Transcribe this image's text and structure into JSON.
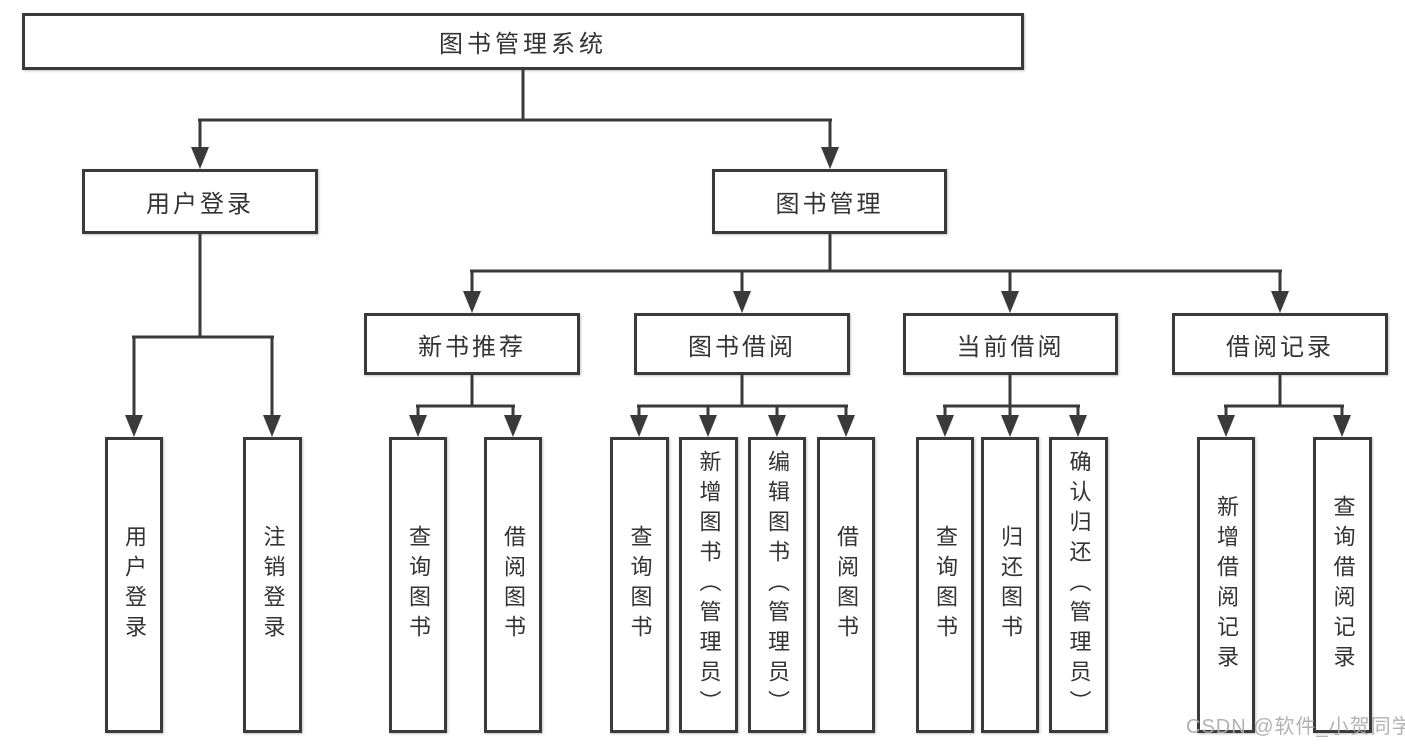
{
  "title": "图书管理系统",
  "nodes": {
    "root": "图书管理系统",
    "user_login": "用户登录",
    "book_mgmt": "图书管理",
    "new_book_rec": "新书推荐",
    "book_borrow": "图书借阅",
    "current_borrow": "当前借阅",
    "borrow_record": "借阅记录",
    "login": "用户登录",
    "logout": "注销登录",
    "rec_query_book": "查询图书",
    "rec_borrow_book": "借阅图书",
    "bb_query_book": "查询图书",
    "bb_add_book": "新增图书（管理员）",
    "bb_edit_book": "编辑图书（管理员）",
    "bb_borrow_book": "借阅图书",
    "cb_query_book": "查询图书",
    "cb_return_book": "归还图书",
    "cb_confirm_return": "确认归还（管理员）",
    "br_add_record": "新增借阅记录",
    "br_query_record": "查询借阅记录"
  },
  "hierarchy": {
    "图书管理系统": [
      "用户登录",
      "图书管理"
    ],
    "用户登录": [
      "用户登录",
      "注销登录"
    ],
    "图书管理": [
      "新书推荐",
      "图书借阅",
      "当前借阅",
      "借阅记录"
    ],
    "新书推荐": [
      "查询图书",
      "借阅图书"
    ],
    "图书借阅": [
      "查询图书",
      "新增图书（管理员）",
      "编辑图书（管理员）",
      "借阅图书"
    ],
    "当前借阅": [
      "查询图书",
      "归还图书",
      "确认归还（管理员）"
    ],
    "借阅记录": [
      "新增借阅记录",
      "查询借阅记录"
    ]
  },
  "colors": {
    "line": "#3a3a3a",
    "text": "#333333",
    "box_background": "#ffffff",
    "page_background": "#ffffff",
    "watermark": "#ababab"
  },
  "watermark": "CSDN @软件_小贺同学"
}
